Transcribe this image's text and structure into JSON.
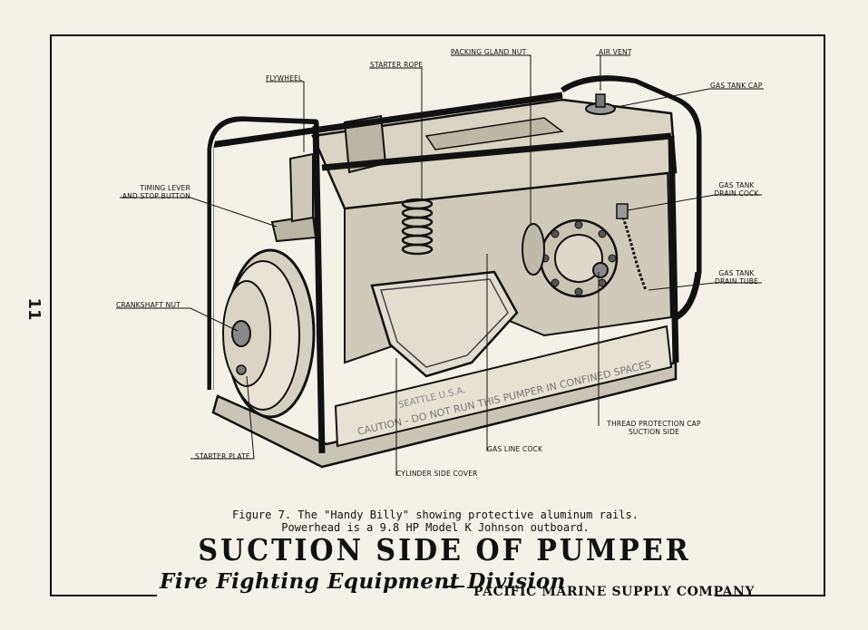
{
  "page_number": "11",
  "labels": {
    "flywheel": "FLYWHEEL",
    "starter_rope": "STARTER ROPE",
    "packing_gland_nut": "PACKING GLAND NUT",
    "air_vent": "AIR VENT",
    "gas_tank_cap": "GAS TANK CAP",
    "timing_lever_1": "TIMING LEVER",
    "timing_lever_2": "AND STOP BUTTON",
    "gas_tank_drain_cock_1": "GAS TANK",
    "gas_tank_drain_cock_2": "DRAIN COCK",
    "gas_tank_drain_tube_1": "GAS TANK",
    "gas_tank_drain_tube_2": "DRAIN TUBE",
    "crankshaft_nut": "CRANKSHAFT NUT",
    "thread_protection_cap_1": "THREAD PROTECTION CAP",
    "thread_protection_cap_2": "SUCTION SIDE",
    "gas_line_cock": "GAS LINE COCK",
    "starter_plate": "STARTER PLATE",
    "cylinder_side_cover": "CYLINDER SIDE COVER"
  },
  "caption": {
    "line1": "Figure 7. The \"Handy Billy\" showing protective aluminum rails.",
    "line2": "Powerhead is a 9.8 HP Model K Johnson outboard."
  },
  "title": "SUCTION SIDE OF PUMPER",
  "footer": {
    "division": "Fire Fighting Equipment Division",
    "company": "PACIFIC MARINE SUPPLY COMPANY"
  }
}
